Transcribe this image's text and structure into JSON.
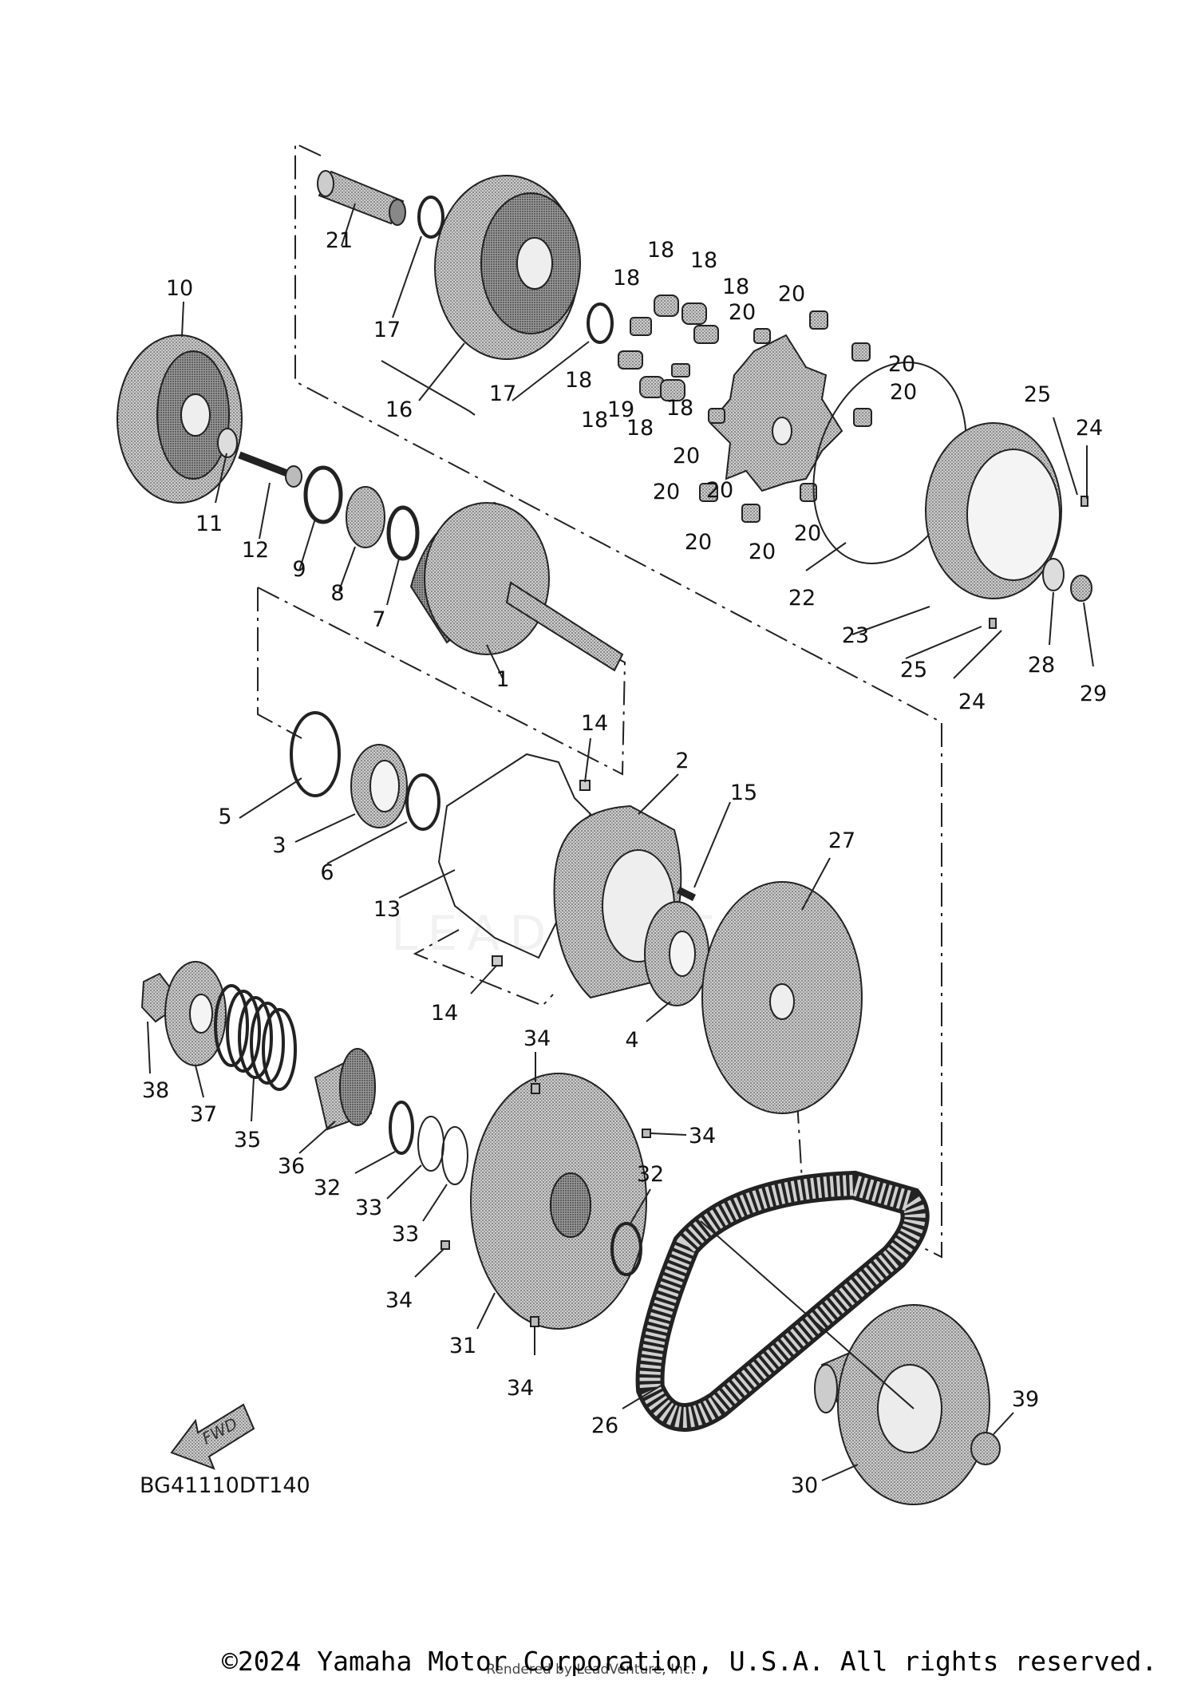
{
  "diagram": {
    "code": "BG41110DT140",
    "forward_label": "FWD",
    "copyright": "©2024 Yamaha Motor Corporation, U.S.A. All rights reserved.",
    "rendered_by": "Rendered by LeadVenture, Inc.",
    "watermark": "LEADVENTURE",
    "colors": {
      "line": "#222222",
      "part_fill": "#b8b8b8",
      "part_dark": "#7a7a7a"
    },
    "callouts": [
      "1",
      "2",
      "3",
      "4",
      "5",
      "6",
      "7",
      "8",
      "9",
      "10",
      "11",
      "12",
      "13",
      "14",
      "14",
      "15",
      "16",
      "17",
      "17",
      "18",
      "18",
      "18",
      "18",
      "18",
      "18",
      "18",
      "18",
      "19",
      "20",
      "20",
      "20",
      "20",
      "20",
      "20",
      "20",
      "20",
      "20",
      "20",
      "21",
      "22",
      "23",
      "24",
      "24",
      "25",
      "25",
      "26",
      "27",
      "28",
      "29",
      "30",
      "31",
      "32",
      "32",
      "33",
      "33",
      "34",
      "34",
      "34",
      "34",
      "35",
      "36",
      "37",
      "38",
      "39"
    ]
  }
}
